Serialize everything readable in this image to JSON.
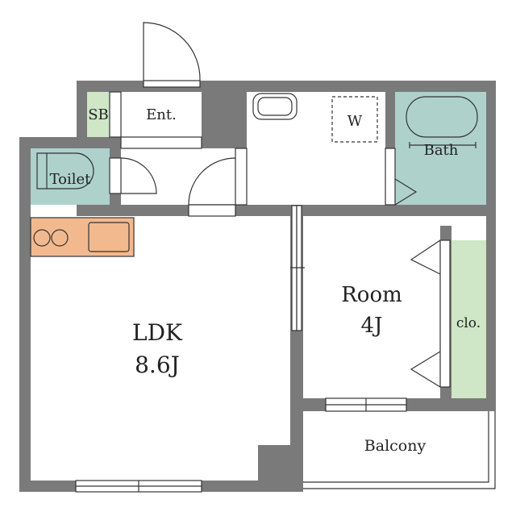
{
  "rooms": {
    "sb": "SB",
    "entrance": "Ent.",
    "washroom": "W",
    "bath": "Bath",
    "toilet": "Toilet",
    "room_name": "Room",
    "room_size": "4J",
    "closet": "clo.",
    "ldk_name": "LDK",
    "ldk_size": "8.6J",
    "balcony": "Balcony"
  },
  "colors": {
    "wall": "#7a7a7a",
    "floor": "#ffffff",
    "wet_area": "#aed1cc",
    "storage": "#cfe6c7",
    "kitchen": "#f2b98e",
    "line": "#333333"
  }
}
